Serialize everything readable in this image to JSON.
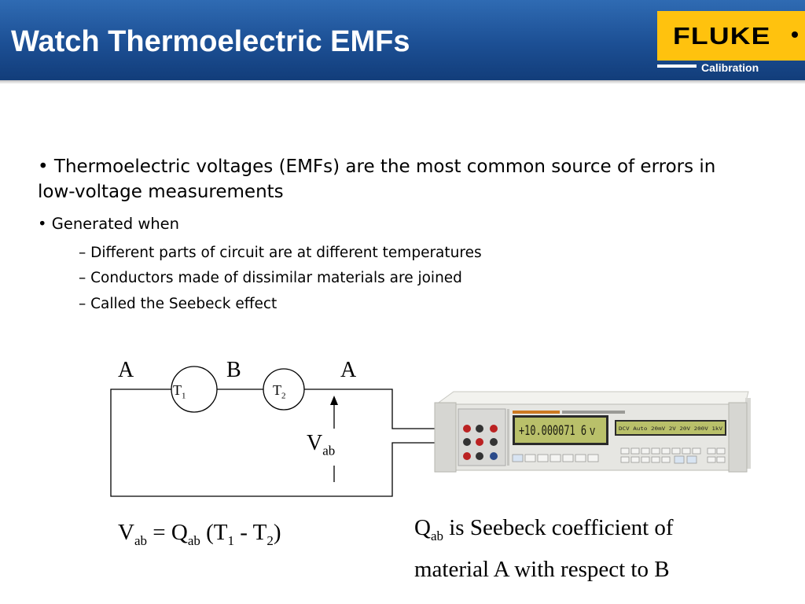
{
  "slide": {
    "title": "Watch Thermoelectric EMFs",
    "logo": {
      "brand": "FLUKE",
      "subtitle": "Calibration",
      "brand_color": "#ffc20e"
    },
    "bullets": [
      {
        "text": "Thermoelectric voltages (EMFs) are the most common source of errors in low-voltage measurements"
      },
      {
        "text": "Generated when"
      }
    ],
    "sub_bullets": [
      "Different parts of circuit are at different temperatures",
      "Conductors made of dissimilar materials are joined",
      "Called the Seebeck effect"
    ],
    "bullet_symbol": "•",
    "sub_bullet_symbol": "–"
  },
  "diagram": {
    "wire_labels": [
      "A",
      "B",
      "A"
    ],
    "junction1": {
      "base": "T",
      "sub": "1"
    },
    "junction2": {
      "base": "T",
      "sub": "2"
    },
    "voltage": {
      "base": "V",
      "sub": "ab"
    }
  },
  "equation": {
    "v": "V",
    "v_sub": "ab",
    "eq": " = ",
    "q": "Q",
    "q_sub": "ab",
    "open": " (T",
    "t1_sub": "1",
    "minus": " - T",
    "t2_sub": "2",
    "close": ")"
  },
  "note": {
    "q": "Q",
    "q_sub": "ab",
    "line1_rest": " is Seebeck coefficient of",
    "line2": "material A with respect to B"
  },
  "instrument": {
    "display_main": "+10.000071 6",
    "display_unit": "V",
    "display_secondary": "DCV  Auto     20mV    2V    20V   200V  1kV",
    "colors": {
      "chassis": "#e6e6e2",
      "display": "#b9c06a"
    }
  }
}
